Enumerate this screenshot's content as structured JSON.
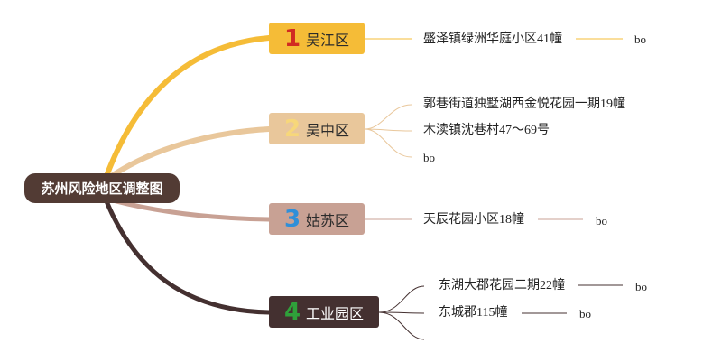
{
  "root": {
    "label": "苏州风险地区调整图"
  },
  "colors": {
    "branch1": "#f5bc37",
    "branch2": "#e9c79b",
    "branch3": "#c8a194",
    "branch4": "#443030",
    "num1": "#d12a22",
    "num2": "#f7d77a",
    "num3": "#2f8fd8",
    "num4": "#2fa03a"
  },
  "branches": [
    {
      "number": "1",
      "label": "吴江区",
      "leaves": [
        {
          "text": "盛泽镇绿洲华庭小区41幢",
          "tag": "bo"
        }
      ]
    },
    {
      "number": "2",
      "label": "吴中区",
      "leaves": [
        {
          "text": "郭巷街道独墅湖西金悦花园一期19幢"
        },
        {
          "text": "木渎镇沈巷村47～69号"
        },
        {
          "text": "bo"
        }
      ]
    },
    {
      "number": "3",
      "label": "姑苏区",
      "leaves": [
        {
          "text": "天辰花园小区18幢",
          "tag": "bo"
        }
      ]
    },
    {
      "number": "4",
      "label": "工业园区",
      "leaves": [
        {
          "text": "东湖大郡花园二期22幢",
          "tag": "bo"
        },
        {
          "text": "东城郡115幢",
          "tag": "bo"
        }
      ]
    }
  ]
}
